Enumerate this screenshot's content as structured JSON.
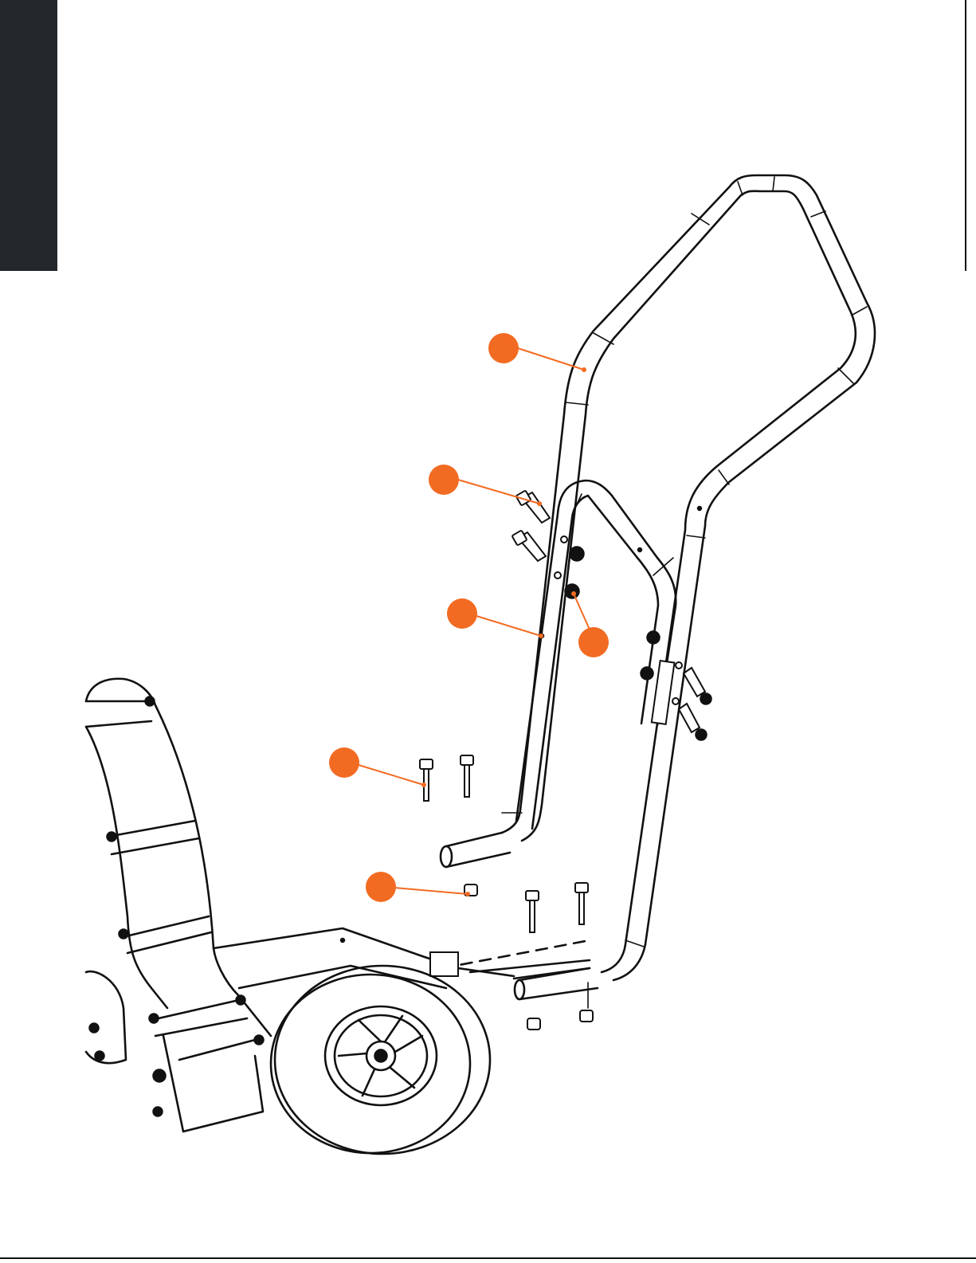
{
  "colors": {
    "side_tab": "#22282c",
    "accent": "#f26b22",
    "line": "#111111",
    "background": "#ffffff"
  },
  "callouts": [
    {
      "id": "upper-handle",
      "label": ""
    },
    {
      "id": "handle-bolt",
      "label": ""
    },
    {
      "id": "lower-handle",
      "label": ""
    },
    {
      "id": "knob-nut",
      "label": ""
    },
    {
      "id": "frame-bolt",
      "label": ""
    },
    {
      "id": "lock-nut",
      "label": ""
    }
  ]
}
